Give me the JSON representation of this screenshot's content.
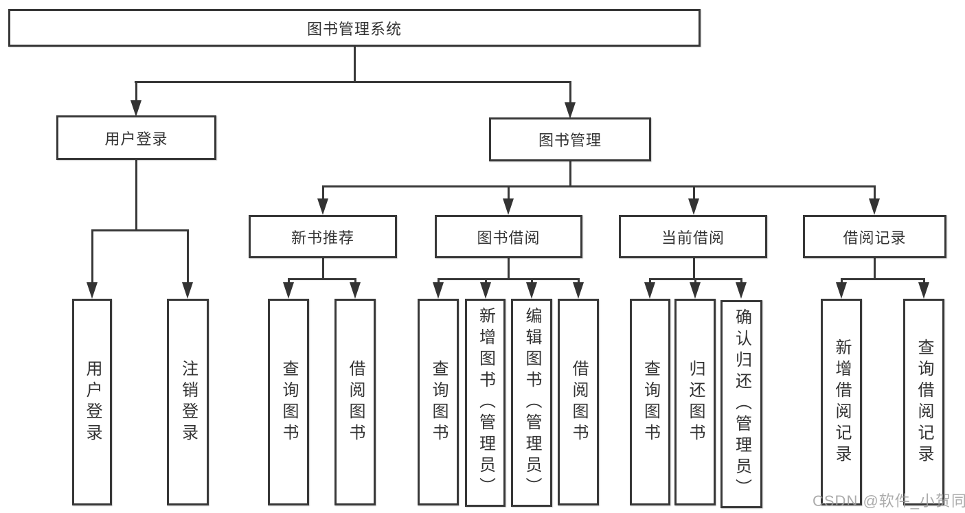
{
  "diagram": {
    "root": {
      "label": "图书管理系统"
    },
    "level2": [
      {
        "id": "user-login",
        "label": "用户登录"
      },
      {
        "id": "book-management",
        "label": "图书管理"
      }
    ],
    "level3": [
      {
        "id": "new-book-recommend",
        "label": "新书推荐"
      },
      {
        "id": "book-borrow",
        "label": "图书借阅"
      },
      {
        "id": "current-borrow",
        "label": "当前借阅"
      },
      {
        "id": "borrow-records",
        "label": "借阅记录"
      }
    ],
    "leaves": [
      "用户登录",
      "注销登录",
      "查询图书",
      "借阅图书",
      "查询图书",
      "新增图书（管理员）",
      "编辑图书（管理员）",
      "借阅图书",
      "查询图书",
      "归还图书",
      "确认归还（管理员）",
      "新增借阅记录",
      "查询借阅记录"
    ]
  },
  "watermark": {
    "text": "CSDN @软件_小贺同学"
  },
  "colors": {
    "line": "#383838",
    "text": "#333333",
    "box_background": "#ffffff",
    "watermark": "#9e9e9e"
  }
}
